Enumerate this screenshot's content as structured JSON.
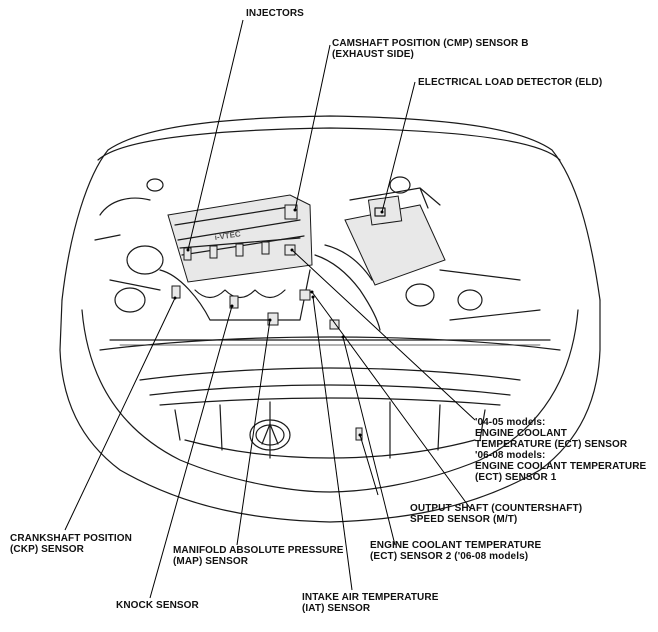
{
  "labels": {
    "injectors": "INJECTORS",
    "cmp_1": "CAMSHAFT POSITION (CMP) SENSOR B",
    "cmp_2": "(EXHAUST SIDE)",
    "eld": "ELECTRICAL LOAD DETECTOR (ELD)",
    "ect_1": "'04-05 models:",
    "ect_2": "ENGINE COOLANT",
    "ect_3": "TEMPERATURE (ECT) SENSOR",
    "ect_4": "'06-08 models:",
    "ect_5": "ENGINE COOLANT TEMPERATURE",
    "ect_6": "(ECT) SENSOR 1",
    "oss_1": "OUTPUT SHAFT (COUNTERSHAFT)",
    "oss_2": "SPEED SENSOR (M/T)",
    "ect2_1": "ENGINE COOLANT TEMPERATURE",
    "ect2_2": "(ECT) SENSOR 2 ('06-08 models)",
    "ckp_1": "CRANKSHAFT POSITION",
    "ckp_2": "(CKP) SENSOR",
    "map_1": "MANIFOLD ABSOLUTE PRESSURE",
    "map_2": "(MAP) SENSOR",
    "iat_1": "INTAKE AIR TEMPERATURE",
    "iat_2": "(IAT) SENSOR",
    "knock": "KNOCK SENSOR"
  }
}
